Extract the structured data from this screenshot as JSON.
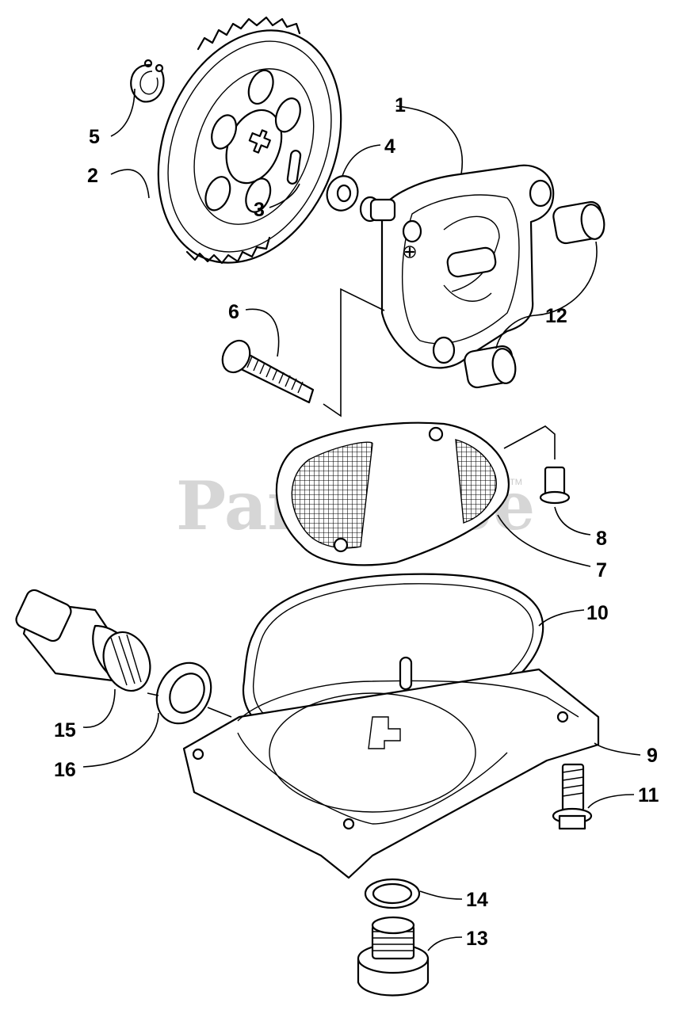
{
  "watermark": {
    "text": "PartsTree",
    "trademark": "TM"
  },
  "callouts": [
    {
      "number": "1"
    },
    {
      "number": "2"
    },
    {
      "number": "3"
    },
    {
      "number": "4"
    },
    {
      "number": "5"
    },
    {
      "number": "6"
    },
    {
      "number": "7"
    },
    {
      "number": "8"
    },
    {
      "number": "9"
    },
    {
      "number": "10"
    },
    {
      "number": "11"
    },
    {
      "number": "12"
    },
    {
      "number": "13"
    },
    {
      "number": "14"
    },
    {
      "number": "15"
    },
    {
      "number": "16"
    }
  ]
}
